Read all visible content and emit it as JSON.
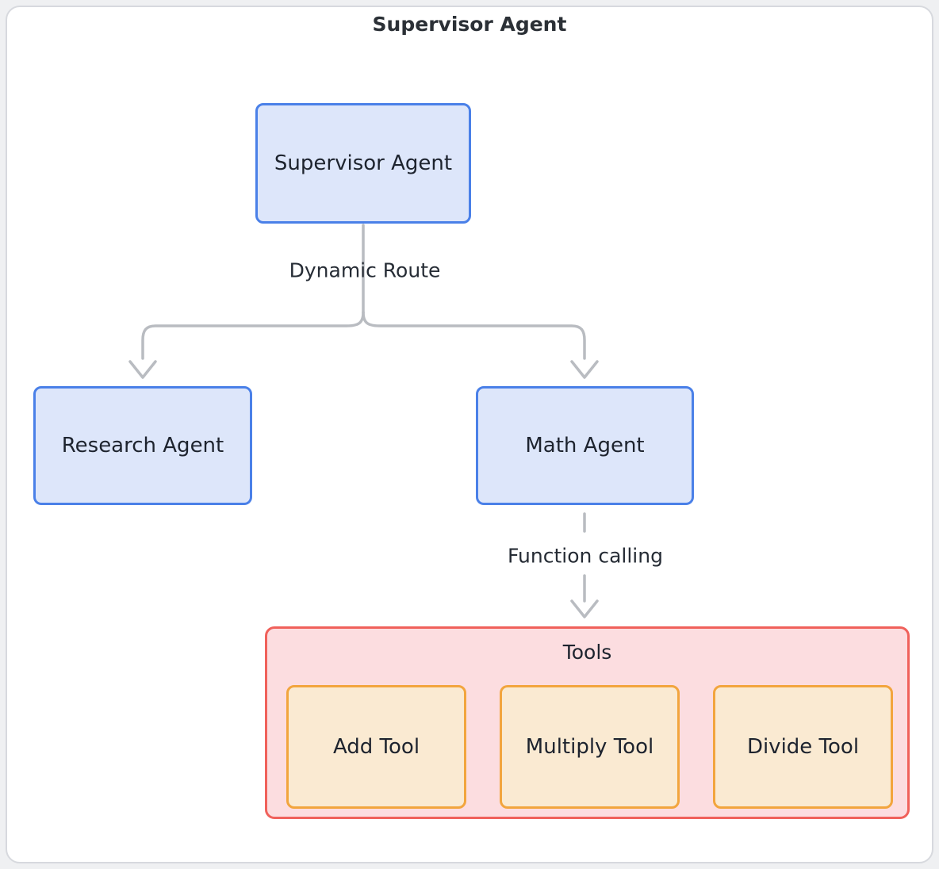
{
  "diagram": {
    "title": "Supervisor Agent",
    "nodes": {
      "supervisor": {
        "label": "Supervisor Agent"
      },
      "research": {
        "label": "Research Agent"
      },
      "math": {
        "label": "Math Agent"
      }
    },
    "edges": {
      "dynamic_route": {
        "label": "Dynamic Route",
        "from": "supervisor",
        "to": "research & math",
        "style": "solid-split-arrow"
      },
      "function_calling": {
        "label": "Function calling",
        "from": "math",
        "to": "tools",
        "style": "dashed-arrow"
      }
    },
    "tools_group": {
      "label": "Tools",
      "tools": [
        {
          "label": "Add Tool"
        },
        {
          "label": "Multiply Tool"
        },
        {
          "label": "Divide Tool"
        }
      ]
    },
    "colors": {
      "agent_fill": "#dde6fa",
      "agent_border": "#4a80e8",
      "tools_fill": "#fcdde0",
      "tools_border": "#f0615b",
      "tool_fill": "#faead2",
      "tool_border": "#f2a53e",
      "connector": "#b9bcc1",
      "text": "#1d232e",
      "frame_border": "#d7d9de"
    }
  }
}
